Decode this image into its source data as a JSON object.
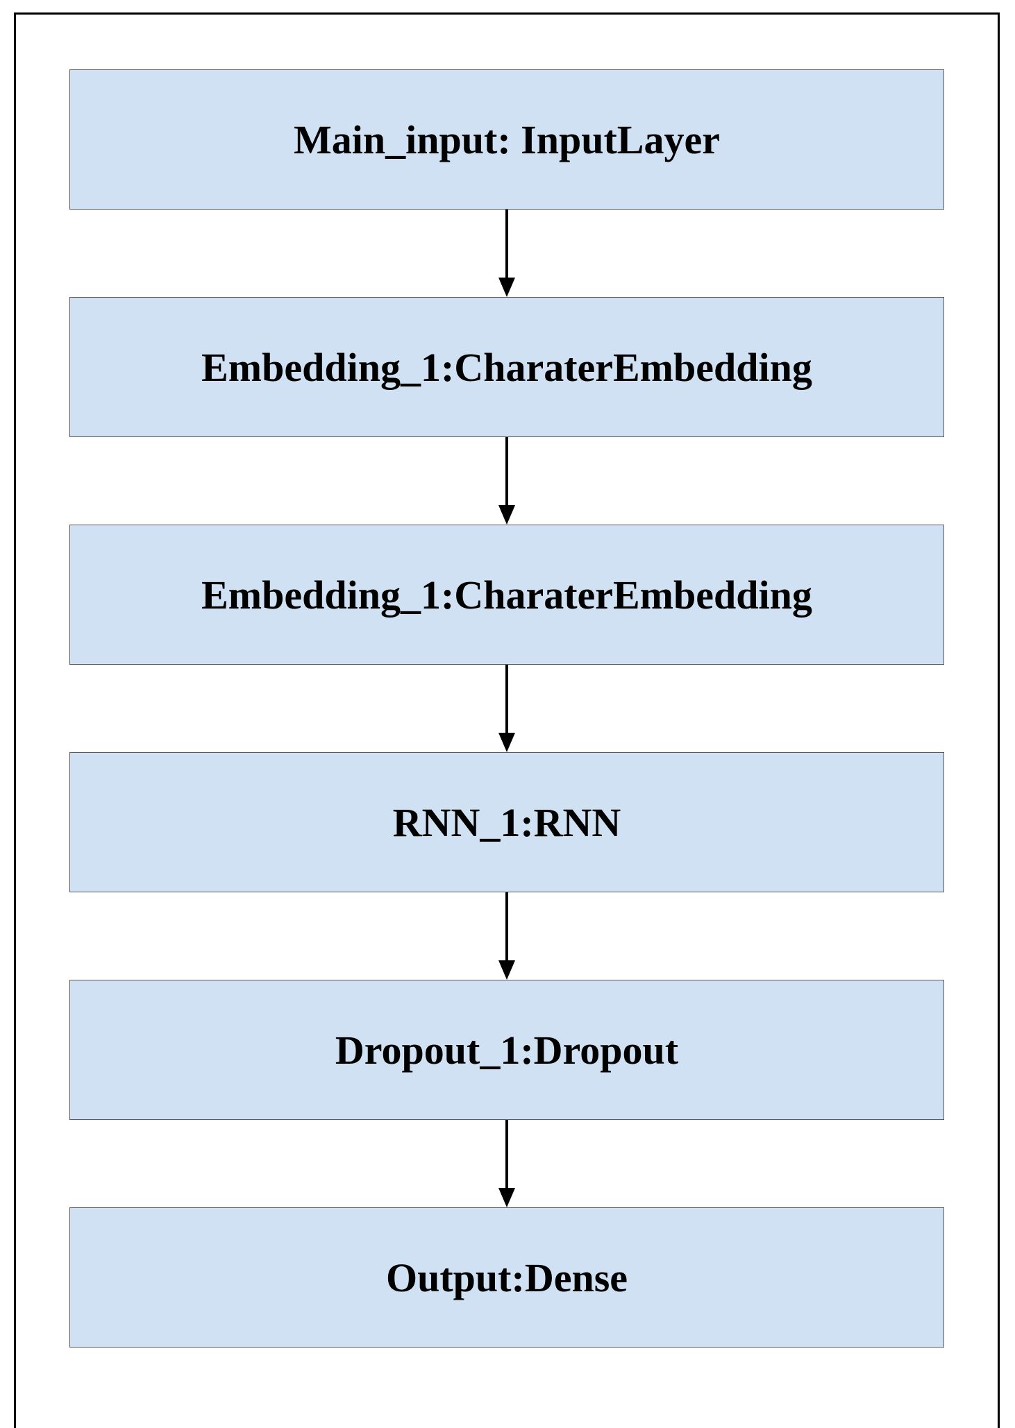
{
  "diagram": {
    "type": "layer-flowchart",
    "nodes": [
      {
        "id": "main-input",
        "label": "Main_input: InputLayer"
      },
      {
        "id": "embedding-1a",
        "label": "Embedding_1:CharaterEmbedding"
      },
      {
        "id": "embedding-1b",
        "label": "Embedding_1:CharaterEmbedding"
      },
      {
        "id": "rnn-1",
        "label": "RNN_1:RNN"
      },
      {
        "id": "dropout-1",
        "label": "Dropout_1:Dropout"
      },
      {
        "id": "output",
        "label": "Output:Dense"
      }
    ],
    "edges": [
      {
        "from": "main-input",
        "to": "embedding-1a"
      },
      {
        "from": "embedding-1a",
        "to": "embedding-1b"
      },
      {
        "from": "embedding-1b",
        "to": "rnn-1"
      },
      {
        "from": "rnn-1",
        "to": "dropout-1"
      },
      {
        "from": "dropout-1",
        "to": "output"
      }
    ],
    "colors": {
      "box_fill": "#cfe1f2",
      "box_border": "#5a5a5a",
      "arrow": "#000000",
      "text": "#000000"
    }
  }
}
